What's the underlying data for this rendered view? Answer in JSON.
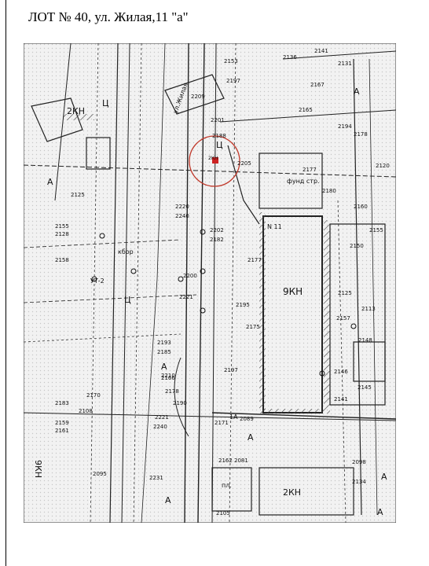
{
  "title": "ЛОТ № 40, ул. Жилая,11 \"а\"",
  "map": {
    "street_label": "ул.Жилая",
    "marker_color": "#cc2222",
    "highlight_color": "#c0392b",
    "labels": [
      "2153",
      "2136",
      "2141",
      "2131",
      "2167",
      "2197",
      "2209",
      "2201",
      "2188",
      "2205",
      "2177",
      "2165",
      "2178",
      "2194",
      "2120",
      "2180",
      "2160",
      "2155",
      "2150",
      "2125",
      "2113",
      "2157",
      "2148",
      "2146",
      "2145",
      "2141",
      "2220",
      "2240",
      "2202",
      "2182",
      "2177",
      "2200",
      "2221",
      "2195",
      "2175",
      "2197",
      "2171",
      "2193",
      "2185",
      "2166",
      "2178",
      "2108",
      "2210",
      "2190",
      "2221",
      "2161",
      "2159",
      "2170",
      "2183",
      "2240",
      "2162",
      "2081",
      "2231",
      "2105",
      "2095",
      "2098",
      "2134",
      "2155",
      "2128",
      "2158",
      "2125",
      "2089"
    ],
    "zone_labels": [
      "9КН",
      "2КН",
      "9КН",
      "А",
      "А",
      "А",
      "А",
      "А",
      "А",
      "А",
      "Ц",
      "Ц",
      "Ц"
    ],
    "annotations": [
      "фунд стр.",
      "кбор",
      "УТ-2",
      "N 11",
      "2КН",
      "2КН",
      "пл.",
      "1А"
    ]
  }
}
